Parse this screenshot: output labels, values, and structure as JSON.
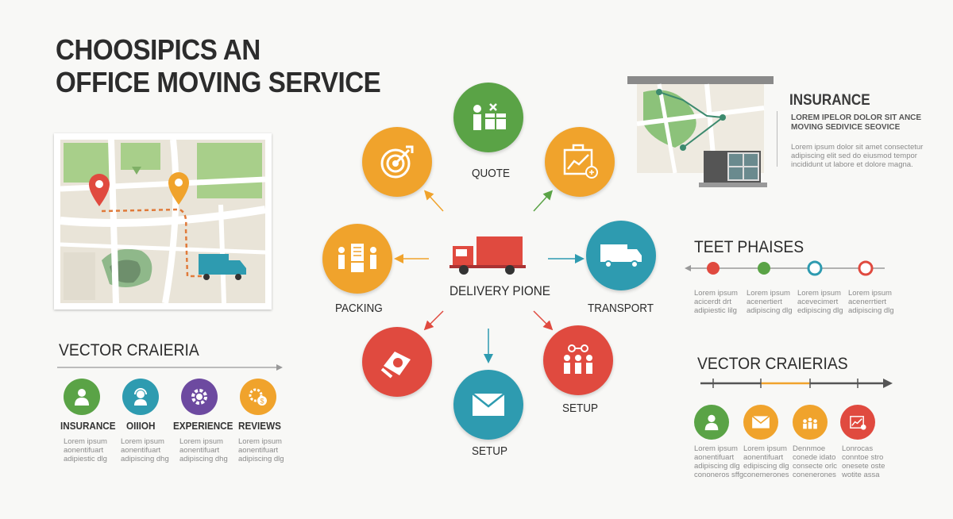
{
  "title": {
    "line1": "CHOOSIPICS AN",
    "line2": "OFFICE MOVING SERVICE"
  },
  "cycle": {
    "center_label": "DELIVERY PIONE",
    "nodes": [
      {
        "label": "QUOTE",
        "color": "#5aa346",
        "icon": "team-boxes-icon"
      },
      {
        "label": "",
        "color": "#f0a32c",
        "icon": "target-icon"
      },
      {
        "label": "",
        "color": "#f0a32c",
        "icon": "growth-chart-icon"
      },
      {
        "label": "PACKING",
        "color": "#f0a32c",
        "icon": "packing-team-icon"
      },
      {
        "label": "TRANSPORT",
        "color": "#2e9bb0",
        "icon": "truck-icon"
      },
      {
        "label": "",
        "color": "#e04a3f",
        "icon": "tape-dispenser-icon"
      },
      {
        "label": "SETUP",
        "color": "#e04a3f",
        "icon": "team-setup-icon"
      },
      {
        "label": "SETUP",
        "color": "#2e9bb0",
        "icon": "envelope-icon"
      }
    ]
  },
  "insurance": {
    "title": "INSURANCE",
    "sub1": "LOREM IPELOR DOLOR SIT ANCE",
    "sub2": "MOVING SEDIVICE SEOVICE",
    "body1": "Lorem ipsum dolor sit amet consectetur",
    "body2": "adipiscing elit sed do eiusmod tempor",
    "body3": "incididunt ut labore et dolore magna."
  },
  "phases": {
    "title": "TEET PHAISES",
    "dot_colors": [
      "#e04a3f",
      "#5aa346",
      "#2e9bb0",
      "#e04a3f"
    ],
    "items": [
      [
        "Lorem ipsum",
        "acicerdt drt",
        "adipiestic lilg"
      ],
      [
        "Lorem ipsum",
        "acenertiert",
        "adipiscing dlg"
      ],
      [
        "Lorem ipsum",
        "acevecimert",
        "edipiscing dlg"
      ],
      [
        "Lorem ipsum",
        "acenerrtiert",
        "adipiscing dlg"
      ]
    ]
  },
  "left_criteria": {
    "title": "VECTOR CRAIERIA",
    "items": [
      {
        "name": "INSURANCE",
        "color": "#5aa346",
        "icon": "person-icon",
        "lines": [
          "Lorem ipsum",
          "aonentifuart",
          "adipiestic dlg"
        ]
      },
      {
        "name": "OIIIOH",
        "color": "#2e9bb0",
        "icon": "support-agent-icon",
        "lines": [
          "Lorem ipsum",
          "aonentifuart",
          "adipiscing dhg"
        ]
      },
      {
        "name": "EXPERIENCE",
        "color": "#6d4aa0",
        "icon": "gear-icon",
        "lines": [
          "Lorem ipsum",
          "aonentifuart",
          "adipiscing dhg"
        ]
      },
      {
        "name": "REVIEWS",
        "color": "#f0a32c",
        "icon": "settings-coin-icon",
        "lines": [
          "Lorem ipsum",
          "aonentifuart",
          "adipiscing dlg"
        ]
      }
    ]
  },
  "right_criteria": {
    "title": "VECTOR CRAIERIAS",
    "items": [
      {
        "color": "#5aa346",
        "icon": "person-icon",
        "lines": [
          "Lorem ipsum",
          "aonentifuart",
          "adipiscing dlg",
          "cononeros sffg"
        ]
      },
      {
        "color": "#f0a32c",
        "icon": "envelope-icon",
        "lines": [
          "Lorem ipsum",
          "aonentifuart",
          "edipiscing dlg",
          "conemerones"
        ]
      },
      {
        "color": "#f0a32c",
        "icon": "team-icon",
        "lines": [
          "Dennmoe",
          "conede idato",
          "consecte orlc",
          "conenerones"
        ]
      },
      {
        "color": "#e04a3f",
        "icon": "chart-icon",
        "lines": [
          "Lonrocas",
          "conntoe stro",
          "onesete oste",
          "wotite assa"
        ]
      }
    ]
  }
}
